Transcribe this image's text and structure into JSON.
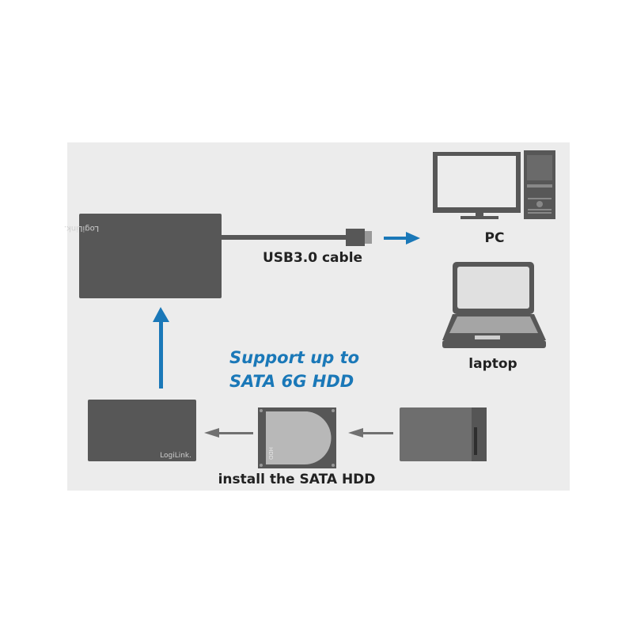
{
  "labels": {
    "cable": "USB3.0 cable",
    "pc": "PC",
    "laptop": "laptop",
    "support_line1": "Support up to",
    "support_line2": "SATA 6G HDD",
    "install": "install the SATA HDD",
    "logo": "LogiLink.",
    "hdd_label": "HDD"
  },
  "colors": {
    "panel": "#ececec",
    "device": "#575757",
    "accent_blue": "#1a78b8",
    "arrow_gray": "#707070"
  }
}
